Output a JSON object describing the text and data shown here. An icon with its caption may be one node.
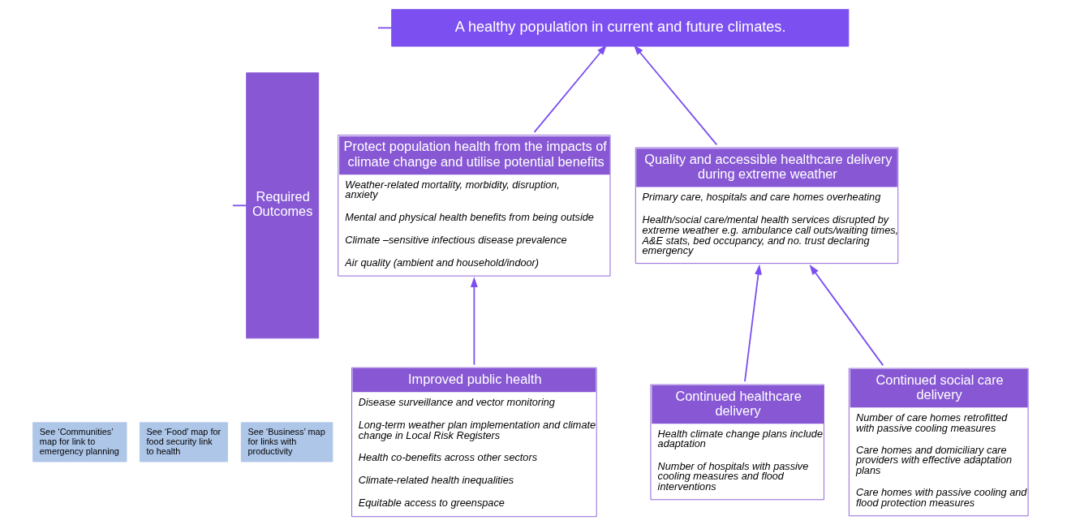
{
  "diagram": {
    "nodes": [
      {
        "text": [
          "A healthy population in current and future climates."
        ]
      },
      {
        "text": [
          "Required Outcomes"
        ]
      },
      {
        "text": [
          "Protect population health from the impacts of climate change and utilise potential benefits",
          "Weather-related mortality, morbidity, disruption, anxiety",
          "Mental and physical health benefits from being outside",
          "Climate –sensitive infectious disease prevalence",
          "Air quality (ambient and household/indoor)"
        ]
      },
      {
        "text": [
          "Quality and accessible healthcare delivery during extreme weather",
          "Primary care, hospitals and care homes overheating",
          "Health/social care/mental health services disrupted by extreme weather e.g. ambulance call outs/waiting times, A&E stats, bed occupancy, and no. trust declaring emergency"
        ]
      },
      {
        "text": [
          "See ‘Communities’ map for link to emergency planning"
        ]
      },
      {
        "text": [
          "See ‘Food’ map for food security link to health"
        ]
      },
      {
        "text": [
          "See ‘Business’ map for links with productivity"
        ]
      },
      {
        "text": [
          "Improved public health",
          "Disease surveillance and vector monitoring",
          "Long-term weather plan implementation and climate change in Local Risk Registers",
          "Health co-benefits across other sectors",
          "Climate-related health inequalities",
          "Equitable access to greenspace"
        ]
      },
      {
        "text": [
          "Continued healthcare delivery",
          "Health climate change plans include adaptation",
          "Number of hospitals with passive cooling measures and flood interventions"
        ]
      },
      {
        "text": [
          "Continued social care delivery",
          "Number of care homes retrofitted with passive cooling measures",
          "Care homes and domiciliary care providers with effective adaptation plans",
          "Care homes with passive cooling and flood protection measures"
        ]
      }
    ],
    "edges": [
      {
        "from": null,
        "to": 0,
        "arrow": "none"
      },
      {
        "from": null,
        "to": 1,
        "arrow": "none"
      },
      {
        "from": 2,
        "to": 0,
        "arrow": "to"
      },
      {
        "from": 3,
        "to": 0,
        "arrow": "to"
      },
      {
        "from": 7,
        "to": 2,
        "arrow": "to"
      },
      {
        "from": 8,
        "to": 3,
        "arrow": "to"
      },
      {
        "from": 9,
        "to": 3,
        "arrow": "to"
      }
    ]
  }
}
